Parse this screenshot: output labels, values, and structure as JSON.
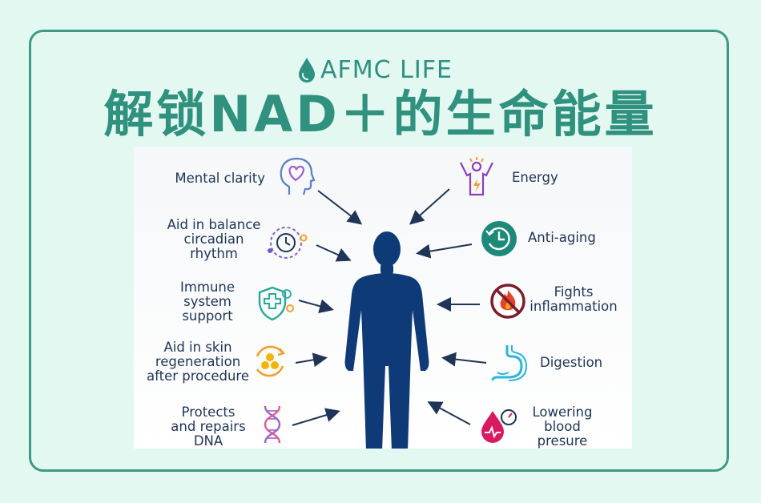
{
  "brand": {
    "name": "AFMC LIFE",
    "logo_icon": "water-drop-icon",
    "color": "#2f8f80"
  },
  "title": "解锁NAD＋的生命能量",
  "colors": {
    "accent": "#3e9a86",
    "body_figure": "#0f3a78",
    "text": "#1f3456"
  },
  "benefits_left": [
    {
      "id": "mental-clarity",
      "lines": [
        "Mental clarity"
      ],
      "icon": "head-heart-icon"
    },
    {
      "id": "circadian",
      "lines": [
        "Aid in balance",
        "circadian",
        "rhythm"
      ],
      "icon": "clock-cycle-icon"
    },
    {
      "id": "immune",
      "lines": [
        "Immune",
        "system",
        "support"
      ],
      "icon": "shield-virus-icon"
    },
    {
      "id": "skin",
      "lines": [
        "Aid in skin",
        "regeneration",
        "after procedure"
      ],
      "icon": "cell-regeneration-icon"
    },
    {
      "id": "dna",
      "lines": [
        "Protects",
        "and repairs",
        "DNA"
      ],
      "icon": "dna-icon"
    }
  ],
  "benefits_right": [
    {
      "id": "energy",
      "lines": [
        "Energy"
      ],
      "icon": "energetic-person-icon"
    },
    {
      "id": "anti-aging",
      "lines": [
        "Anti-aging"
      ],
      "icon": "clock-rewind-icon"
    },
    {
      "id": "inflammation",
      "lines": [
        "Fights",
        "inflammation"
      ],
      "icon": "no-fire-icon"
    },
    {
      "id": "digestion",
      "lines": [
        "Digestion"
      ],
      "icon": "stomach-icon"
    },
    {
      "id": "blood-pressure",
      "lines": [
        "Lowering",
        "blood",
        "presure"
      ],
      "icon": "blood-pressure-icon"
    }
  ]
}
